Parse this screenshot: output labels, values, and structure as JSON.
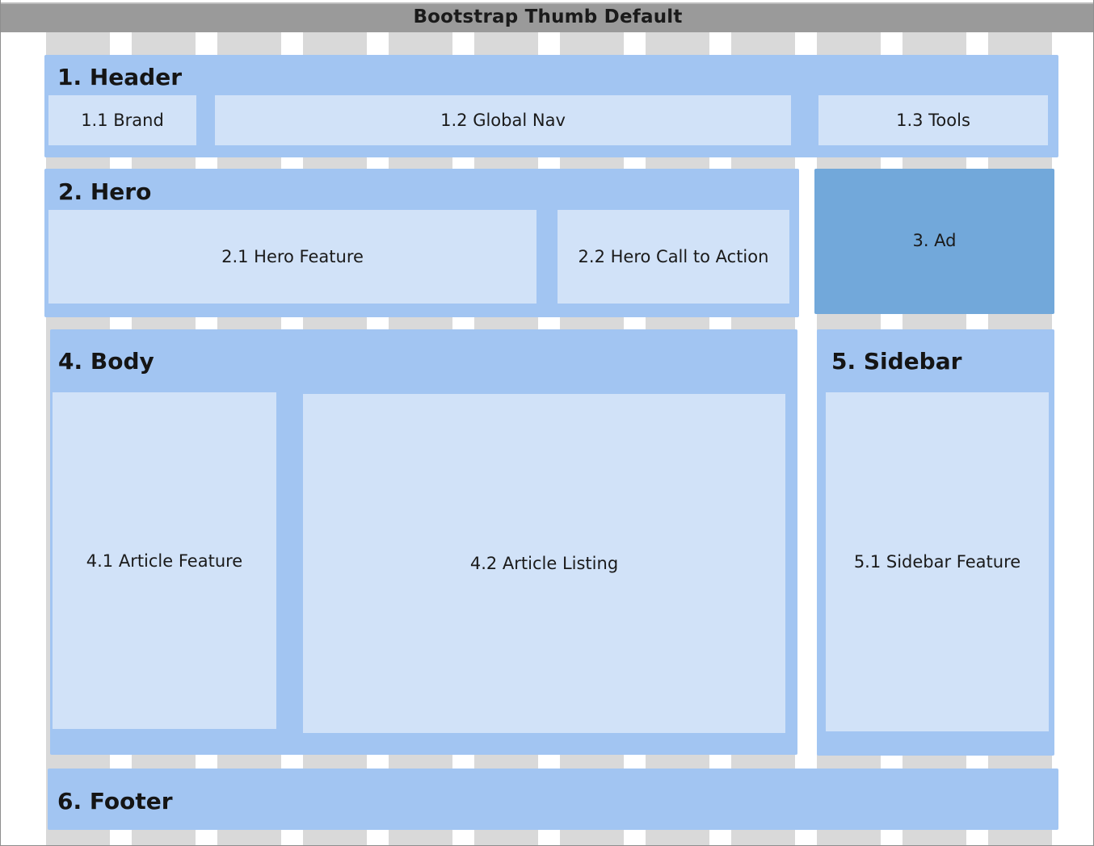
{
  "title": "Bootstrap Thumb Default",
  "colors": {
    "title_bar": "#9a9a9a",
    "grid_column": "#d9d9d9",
    "region": "#a2c5f2",
    "region_dark": "#72a8da",
    "box": "#d1e2f8"
  },
  "header": {
    "label": "1. Header",
    "brand": "1.1 Brand",
    "global_nav": "1.2 Global Nav",
    "tools": "1.3 Tools"
  },
  "hero": {
    "label": "2. Hero",
    "feature": "2.1 Hero Feature",
    "call_to_action": "2.2 Hero Call to Action"
  },
  "ad": {
    "label": "3. Ad"
  },
  "body": {
    "label": "4. Body",
    "article_feature": "4.1 Article Feature",
    "article_listing": "4.2 Article Listing"
  },
  "sidebar": {
    "label": "5. Sidebar",
    "feature": "5.1 Sidebar Feature"
  },
  "footer": {
    "label": "6. Footer"
  }
}
